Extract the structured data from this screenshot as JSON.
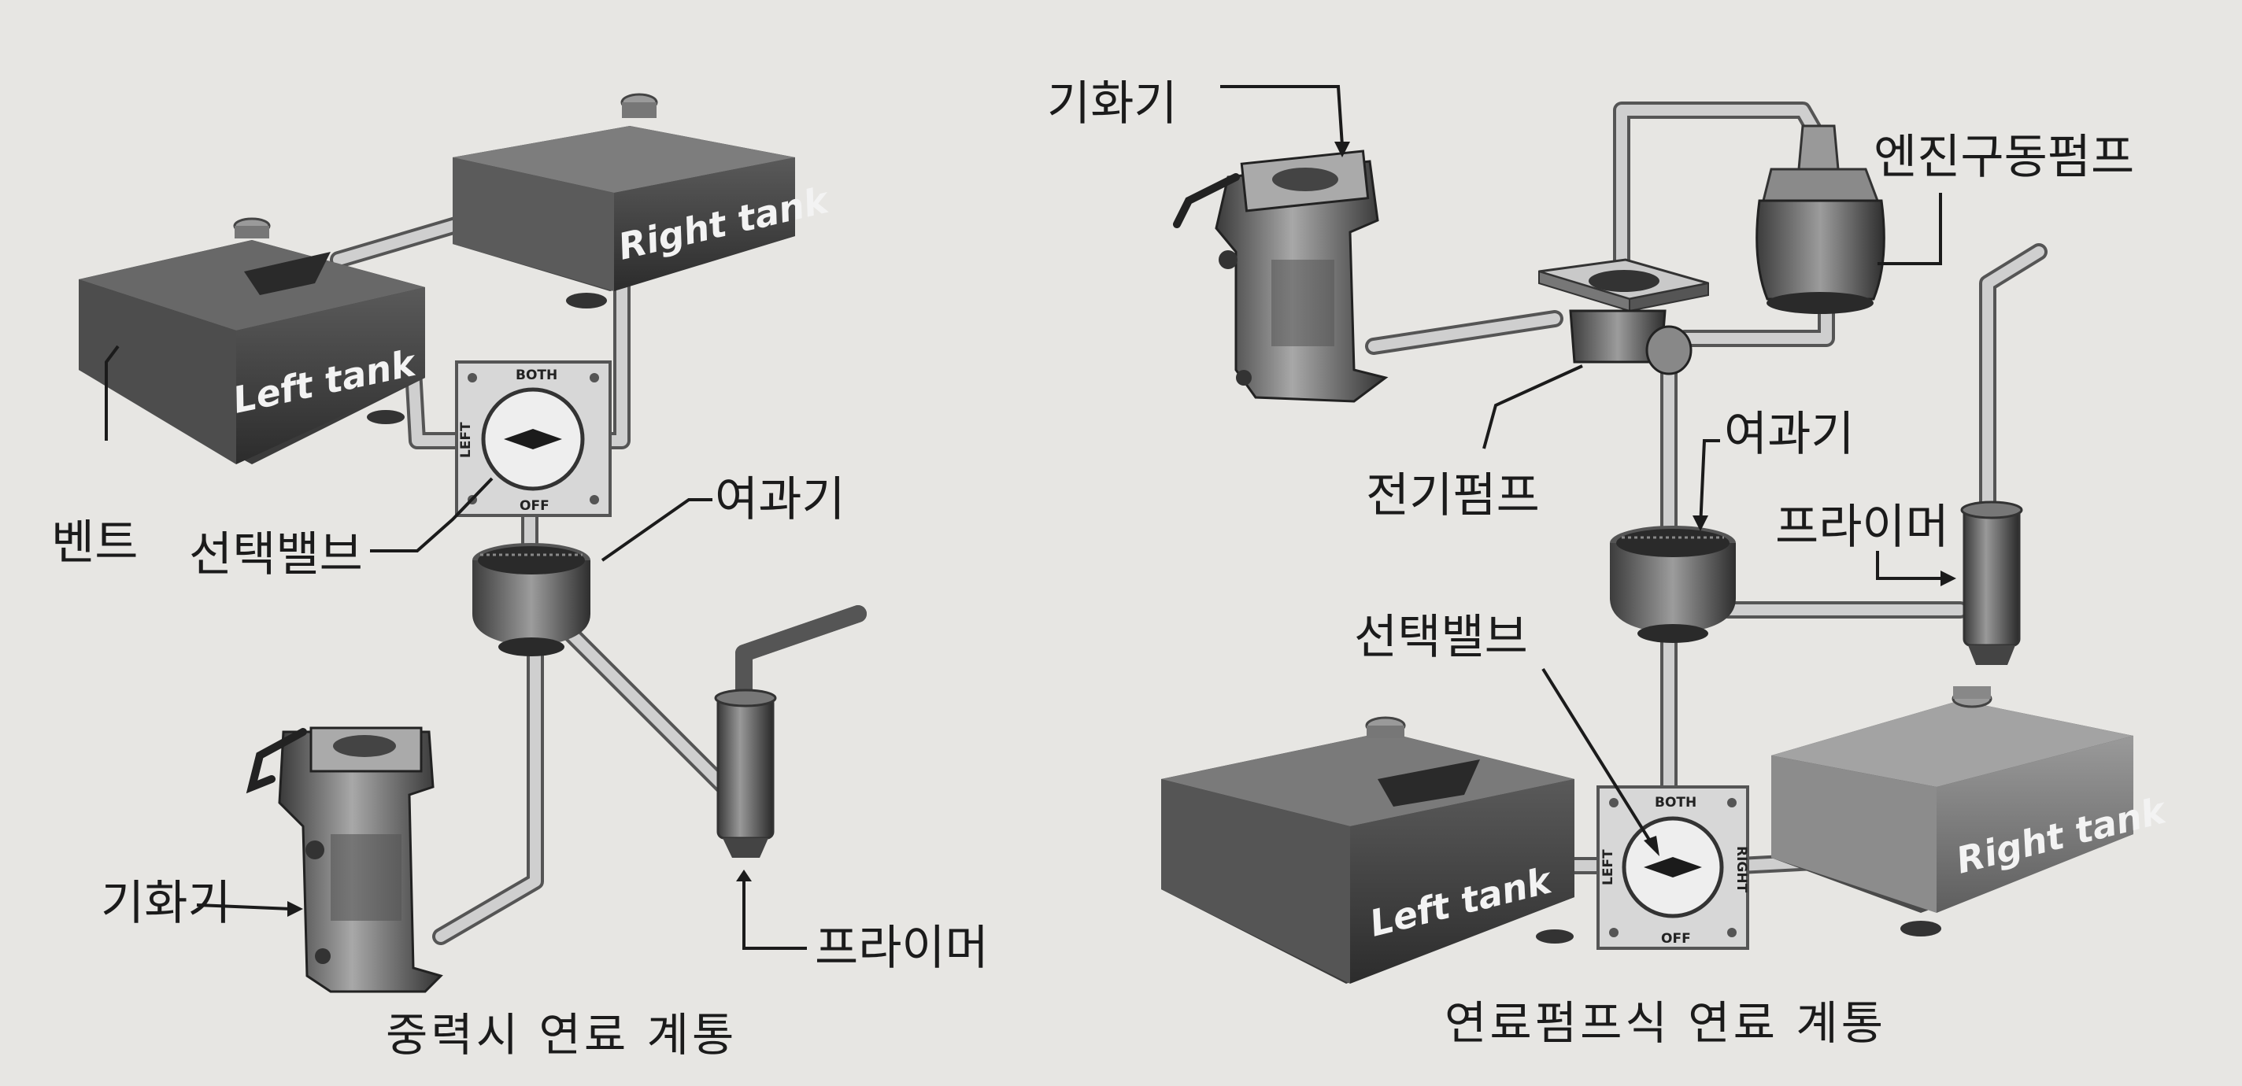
{
  "colors": {
    "background": "#e7e6e3",
    "dark_tank": "#3c3c3c",
    "light_tank": "#7a7a7a",
    "pipe": "#cfcfcf",
    "ink": "#1b1b1b"
  },
  "gravity_system": {
    "caption": "중력시 연료 계통",
    "left_tank": "Left tank",
    "right_tank": "Right tank",
    "vent_label": "벤트",
    "selector_valve_label": "선택밸브",
    "strainer_label": "여과기",
    "carburetor_label": "기화기",
    "primer_label": "프라이머",
    "valve_both": "BOTH",
    "valve_left": "LEFT",
    "valve_off": "OFF"
  },
  "pump_system": {
    "caption": "연료펌프식 연료 계통",
    "carburetor_label": "기화기",
    "engine_pump_label": "엔진구동펌프",
    "electric_pump_label": "전기펌프",
    "strainer_label": "여과기",
    "primer_label": "프라이머",
    "selector_valve_label": "선택밸브",
    "left_tank": "Left tank",
    "right_tank": "Right tank",
    "valve_both": "BOTH",
    "valve_left": "LEFT",
    "valve_right": "RIGHT",
    "valve_off": "OFF"
  }
}
